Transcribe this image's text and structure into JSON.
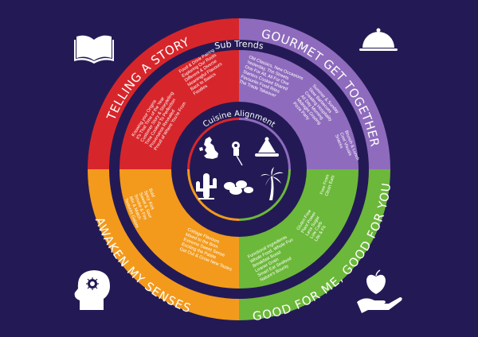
{
  "colors": {
    "background": "#231a55",
    "red": "#d7262b",
    "purple": "#8e6bbd",
    "orange": "#f39a1c",
    "green": "#6cb83a"
  },
  "rings": {
    "top_left": "TELLING A STORY",
    "top_right": "GOURMET GET TOGETHER",
    "bottom_left": "AWAKEN MY SENSES",
    "bottom_right": "GOOD FOR ME, GOOD FOR YOU"
  },
  "labels": {
    "sub_trends": "Sub Trends",
    "cuisine_alignment": "Cuisine Alignment"
  },
  "corner_icons": [
    "book-icon",
    "cloche-icon",
    "head-idea-icon",
    "hand-apple-icon"
  ],
  "cuisine_icons": [
    "uk-map-icon",
    "skewer-icon",
    "tagine-icon",
    "cactus-icon",
    "dumplings-icon",
    "palm-tree-icon"
  ],
  "sub_trends": {
    "red_1": [
      "Food & Drink Pairing",
      "Exploring Our Roots",
      "Different & Diverse",
      "Meaningful Flavours",
      "Back to Basics",
      "Foodies"
    ],
    "red_2": [
      "Knowing your Origins",
      "It's That Time of the Year",
      "Customer Story & Storytelling",
      "Time Cooked To Perfection",
      "Provenance Revealed",
      "Proud of Where You're From"
    ],
    "purple_1": [
      "Old Classics, New Occasions",
      "Yesterday, The Streets",
      "One For All, All For One",
      "Starters Cooked Shared",
      "Favourite Food Rites",
      "The Trade Takeover"
    ],
    "purple_2": [
      "Summer & Sunday",
      "Slow Barbecues",
      "Creating Hospitality",
      "All Day Morning",
      "Midnight Grazing",
      "Pizza Party"
    ],
    "purple_3": [
      "Brunch & Lunch",
      "Cool Visuals",
      "Snacks"
    ],
    "orange_1": [
      "Bold",
      "Spicy Kick",
      "Sweet & Sour",
      "Smoke & Fire",
      "Mix & Match",
      "Textures Galore"
    ],
    "orange_2": [
      "Cottage Flavours",
      "Mixed to the Brim",
      "Extreme Sweet Sense",
      "Exciting the Palate",
      "Get Out & Grow New Tastes"
    ],
    "green_1": [
      "Free From",
      "Clean Eats"
    ],
    "green_2": [
      "Gluten Free",
      "Plant Power",
      "Less Sugar",
      "Low Carb",
      "Lite & Fit"
    ],
    "green_3": [
      "Functional Ingredients",
      "Whole Food, Whole Fun",
      "Breakfast Boost",
      "Leaner Grain",
      "Smart Eat Seafood",
      "Nature's Bounty"
    ]
  }
}
